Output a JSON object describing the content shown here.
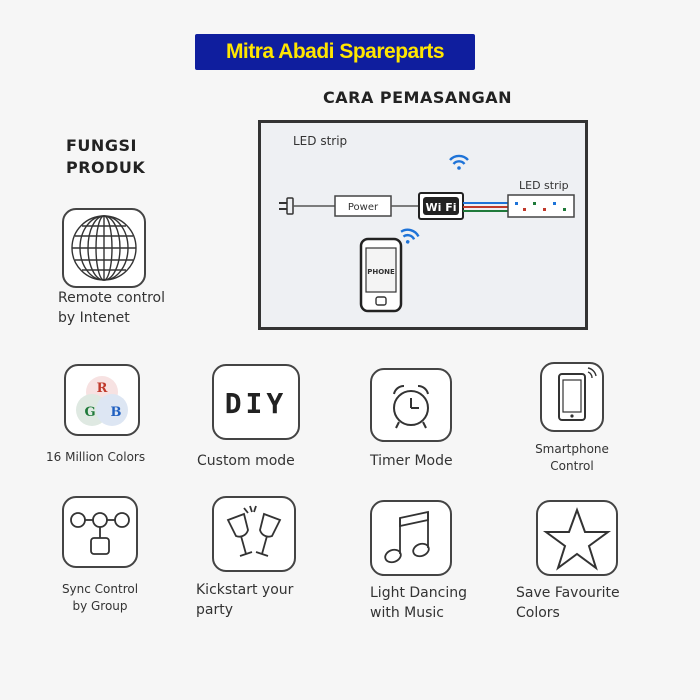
{
  "brand": {
    "text": "Mitra Abadi Spareparts"
  },
  "installation": {
    "heading": "CARA PEMASANGAN",
    "diagram": {
      "led_strip_top": "LED strip",
      "led_strip_right": "LED strip",
      "power": "Power",
      "wifi": "Wi Fi",
      "phone": "PHONE"
    }
  },
  "product_functions": {
    "heading_line1": "FUNGSI",
    "heading_line2": "PRODUK"
  },
  "features": [
    {
      "icon": "globe-icon",
      "line1": "Remote control",
      "line2": "by Intenet"
    },
    {
      "icon": "rgb-icon",
      "line1": "16 Million Colors",
      "line2": "",
      "rgb": [
        "R",
        "G",
        "B"
      ]
    },
    {
      "icon": "diy-icon",
      "line1": "Custom mode",
      "line2": "",
      "glyph": "DIY"
    },
    {
      "icon": "alarm-clock-icon",
      "line1": "Timer Mode",
      "line2": ""
    },
    {
      "icon": "smartphone-icon",
      "line1": "Smartphone",
      "line2": "Control"
    },
    {
      "icon": "sync-group-icon",
      "line1": "Sync Control",
      "line2": "by Group"
    },
    {
      "icon": "cheers-icon",
      "line1": "Kickstart your",
      "line2": "party"
    },
    {
      "icon": "music-note-icon",
      "line1": "Light Dancing",
      "line2": "with Music"
    },
    {
      "icon": "star-icon",
      "line1": "Save Favourite",
      "line2": "Colors"
    }
  ],
  "colors": {
    "brand_bg": "#0f1e9e",
    "brand_text": "#ffe600",
    "wifi_blue": "#1e73d8",
    "rgb_red": "#c0392b",
    "rgb_green": "#1f7a3a",
    "rgb_blue": "#1f5fc0"
  }
}
